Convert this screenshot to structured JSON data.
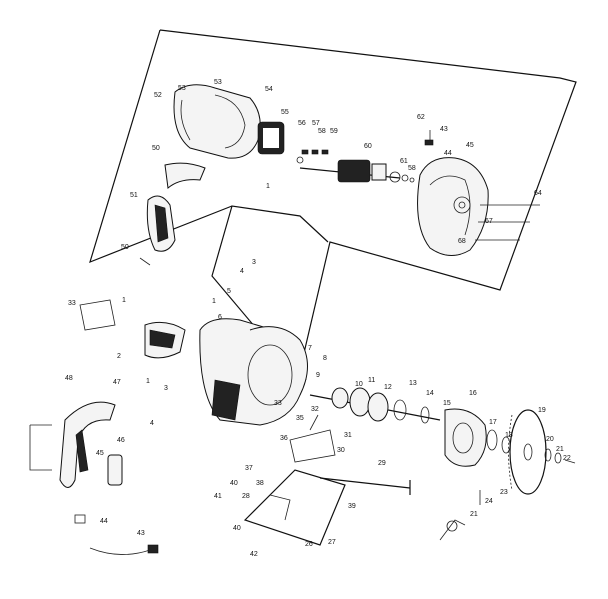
{
  "labels": [
    {
      "id": "l53a",
      "text": "53"
    },
    {
      "id": "l53b",
      "text": "53"
    },
    {
      "id": "l52",
      "text": "52"
    },
    {
      "id": "l54",
      "text": "54"
    },
    {
      "id": "l55",
      "text": "55"
    },
    {
      "id": "l1a",
      "text": "1"
    },
    {
      "id": "l56",
      "text": "56"
    },
    {
      "id": "l57",
      "text": "57"
    },
    {
      "id": "l58",
      "text": "58"
    },
    {
      "id": "l59",
      "text": "59"
    },
    {
      "id": "l60",
      "text": "60"
    },
    {
      "id": "l62",
      "text": "62"
    },
    {
      "id": "l43a",
      "text": "43"
    },
    {
      "id": "l44a",
      "text": "44"
    },
    {
      "id": "l45",
      "text": "45"
    },
    {
      "id": "l61",
      "text": "61"
    },
    {
      "id": "l58b",
      "text": "58"
    },
    {
      "id": "l64",
      "text": "64"
    },
    {
      "id": "l67",
      "text": "67"
    },
    {
      "id": "l68",
      "text": "68"
    },
    {
      "id": "l50a",
      "text": "50"
    },
    {
      "id": "l51",
      "text": "51"
    },
    {
      "id": "l50b",
      "text": "50"
    },
    {
      "id": "l3a",
      "text": "3"
    },
    {
      "id": "l4a",
      "text": "4"
    },
    {
      "id": "l5a",
      "text": "5"
    },
    {
      "id": "l6a",
      "text": "6"
    },
    {
      "id": "l1b",
      "text": "1"
    },
    {
      "id": "l33a",
      "text": "33"
    },
    {
      "id": "l1c",
      "text": "1"
    },
    {
      "id": "l2",
      "text": "2"
    },
    {
      "id": "l7",
      "text": "7"
    },
    {
      "id": "l8",
      "text": "8"
    },
    {
      "id": "l9",
      "text": "9"
    },
    {
      "id": "l10",
      "text": "10"
    },
    {
      "id": "l11",
      "text": "11"
    },
    {
      "id": "l12",
      "text": "12"
    },
    {
      "id": "l13",
      "text": "13"
    },
    {
      "id": "l14",
      "text": "14"
    },
    {
      "id": "l15",
      "text": "15"
    },
    {
      "id": "l16",
      "text": "16"
    },
    {
      "id": "l17",
      "text": "17"
    },
    {
      "id": "l18",
      "text": "18"
    },
    {
      "id": "l19",
      "text": "19"
    },
    {
      "id": "l20",
      "text": "20"
    },
    {
      "id": "l21",
      "text": "21"
    },
    {
      "id": "l22",
      "text": "22"
    },
    {
      "id": "l23",
      "text": "23"
    },
    {
      "id": "l24a",
      "text": "24"
    },
    {
      "id": "l21b",
      "text": "21"
    },
    {
      "id": "l32",
      "text": "32"
    },
    {
      "id": "l33b",
      "text": "33"
    },
    {
      "id": "l35",
      "text": "35"
    },
    {
      "id": "l36",
      "text": "36"
    },
    {
      "id": "l31",
      "text": "31"
    },
    {
      "id": "l30",
      "text": "30"
    },
    {
      "id": "l37",
      "text": "37"
    },
    {
      "id": "l29",
      "text": "29"
    },
    {
      "id": "l39",
      "text": "39"
    },
    {
      "id": "l40a",
      "text": "40"
    },
    {
      "id": "l38",
      "text": "38"
    },
    {
      "id": "l41",
      "text": "41"
    },
    {
      "id": "l40b",
      "text": "40"
    },
    {
      "id": "l42",
      "text": "42"
    },
    {
      "id": "l26",
      "text": "26"
    },
    {
      "id": "l27",
      "text": "27"
    },
    {
      "id": "l28",
      "text": "28"
    },
    {
      "id": "l48",
      "text": "48"
    },
    {
      "id": "l47",
      "text": "47"
    },
    {
      "id": "l46",
      "text": "46"
    },
    {
      "id": "l45b",
      "text": "45"
    },
    {
      "id": "l44b",
      "text": "44"
    },
    {
      "id": "l43b",
      "text": "43"
    },
    {
      "id": "l1d",
      "text": "1"
    },
    {
      "id": "l3b",
      "text": "3"
    },
    {
      "id": "l4b",
      "text": "4"
    }
  ]
}
